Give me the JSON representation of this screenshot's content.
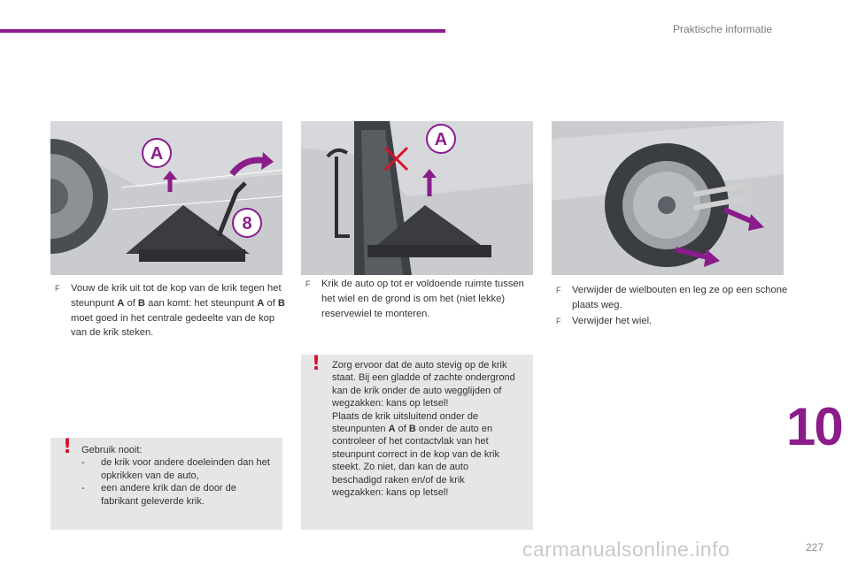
{
  "header": {
    "section_title": "Praktische informatie"
  },
  "colors": {
    "accent": "#8a1d8a",
    "warning": "#d6132a",
    "panel": "#e6e6e6"
  },
  "illustrations": [
    {
      "icon": "jack-under-sill-illustration",
      "label_a": "A",
      "label_b": "8"
    },
    {
      "icon": "raise-car-illustration",
      "label_a": "A"
    },
    {
      "icon": "remove-wheel-illustration"
    }
  ],
  "col1": {
    "bullet_marker": "F",
    "b1_p1": "Vouw de krik uit tot de kop van de krik tegen het steunpunt ",
    "b1_a": "A",
    "b1_p2": " of ",
    "b1_b": "B",
    "b1_p3": " aan komt: het steunpunt ",
    "b1_a2": "A",
    "b1_p4": " of ",
    "b1_b2": "B",
    "b1_p5": " moet goed in het centrale gedeelte van de kop van de krik steken."
  },
  "col2": {
    "bullet_marker": "F",
    "b1": "Krik de auto op tot er voldoende ruimte tussen het wiel en de grond is om het (niet lekke) reservewiel te monteren."
  },
  "col3": {
    "bullet_marker": "F",
    "b1": "Verwijder de wielbouten en leg ze op een schone plaats weg.",
    "b2": "Verwijder het wiel."
  },
  "warning1": {
    "bang": "!",
    "intro": "Gebruik nooit:",
    "dash": "-",
    "item1": "de krik voor andere doeleinden dan het opkrikken van de auto,",
    "item2": "een andere krik dan de door de fabrikant geleverde krik."
  },
  "warning2": {
    "bang": "!",
    "p1": "Zorg ervoor dat de auto stevig op de krik staat. Bij een gladde of zachte ondergrond kan de krik onder de auto wegglijden of wegzakken: kans op letsel!",
    "p2a": "Plaats de krik uitsluitend onder de steunpunten ",
    "a": "A",
    "p2b": " of ",
    "b": "B",
    "p2c": " onder de auto en controleer of het contactvlak van het steunpunt correct in de kop van de krik steekt. Zo niet, dan kan de auto beschadigd raken en/of de krik wegzakken: kans op letsel!"
  },
  "footer": {
    "chapter": "10",
    "page": "227",
    "watermark": "carmanualsonline.info"
  }
}
